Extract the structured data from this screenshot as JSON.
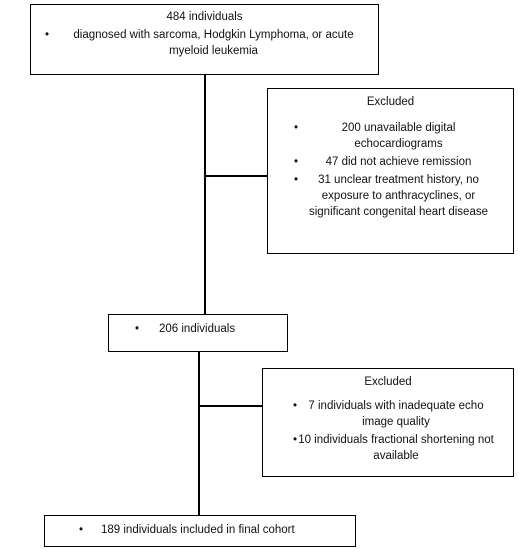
{
  "start": {
    "title": "484 individuals",
    "items": [
      "diagnosed with sarcoma, Hodgkin Lymphoma, or acute myeloid leukemia"
    ]
  },
  "exclusion1": {
    "title": "Excluded",
    "items": [
      "200 unavailable digital echocardiograms",
      "47 did not achieve remission",
      "31 unclear treatment history, no exposure to anthracyclines, or significant congenital heart disease"
    ]
  },
  "middle": {
    "items": [
      "206 individuals"
    ]
  },
  "exclusion2": {
    "title": "Excluded",
    "items": [
      "7 individuals with inadequate echo image quality",
      "10 individuals fractional shortening not available"
    ]
  },
  "final": {
    "items": [
      "189 individuals included in final cohort"
    ]
  },
  "bullet_glyph": "•"
}
